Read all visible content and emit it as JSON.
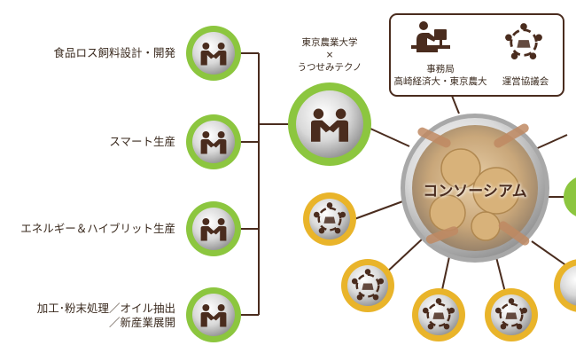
{
  "left_items": [
    {
      "label_lines": [
        "食品ロス飼料設計・開発"
      ]
    },
    {
      "label_lines": [
        "スマート生産"
      ]
    },
    {
      "label_lines": [
        "エネルギー＆ハイブリット生産"
      ]
    },
    {
      "label_lines": [
        "加工･粉末処理／オイル抽出",
        "／新産業展開"
      ]
    }
  ],
  "partner": {
    "line1": "東京農業大学",
    "line2": "×",
    "line3": "うつせみテクノ"
  },
  "office_box": {
    "office_title": "事務局",
    "office_members": "高崎経済大・東京農大",
    "council_title": "運営協議会"
  },
  "center": {
    "label": "コンソーシアム"
  },
  "colors": {
    "green_ring": "#8cc63f",
    "gold_ring": "#e9b42a",
    "line": "#4a2c1e",
    "icon": "#4a2c1e"
  },
  "icons": {
    "handshake": "handshake-icon",
    "desk_worker": "desk-worker-icon",
    "circle_people": "circle-of-people-icon"
  }
}
